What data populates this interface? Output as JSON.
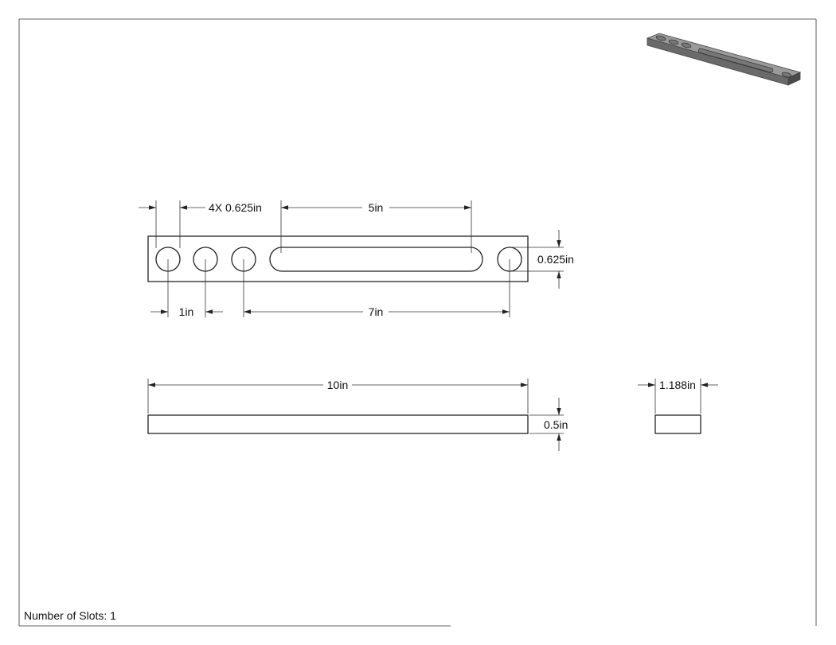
{
  "dimensions": {
    "hole_spacing": "4X 0.625in",
    "slot_length": "5in",
    "width": "0.625in",
    "pitch": "1in",
    "span": "7in",
    "overall_length": "10in",
    "thickness": "0.5in",
    "side_width": "1.188in"
  },
  "note": "Number of Slots: 1",
  "colors": {
    "line": "#222222",
    "model_top": "#9a9a9a",
    "model_side": "#5a5a5a"
  }
}
